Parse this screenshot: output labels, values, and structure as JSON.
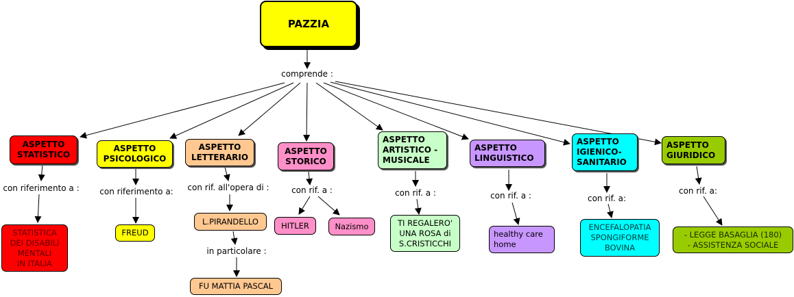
{
  "root": {
    "label": "PAZZIA",
    "color": "#ffff00"
  },
  "root_link": "comprende :",
  "branches": [
    {
      "id": "statistico",
      "label": "ASPETTO\nSTATISTICO",
      "color": "#ff0000",
      "link": "con riferimento a :",
      "children": [
        {
          "label": "STATISTICA\nDEI DISABILI\nMENTALI\nIN ITALIA"
        }
      ]
    },
    {
      "id": "psicologico",
      "label": "ASPETTO\nPSICOLOGICO",
      "color": "#ffff00",
      "link": "con riferimento a:",
      "children": [
        {
          "label": "FREUD"
        }
      ]
    },
    {
      "id": "letterario",
      "label": "ASPETTO\nLETTERARIO",
      "color": "#ffc891",
      "link": "con rif. all'opera di :",
      "children": [
        {
          "label": "L.PIRANDELLO",
          "link": "in particolare :",
          "children": [
            {
              "label": "FU MATTIA PASCAL"
            }
          ]
        }
      ]
    },
    {
      "id": "storico",
      "label": "ASPETTO\nSTORICO",
      "color": "#ff8fc8",
      "link": "con rif. a :",
      "children": [
        {
          "label": "HITLER"
        },
        {
          "label": "Nazismo"
        }
      ]
    },
    {
      "id": "artistico",
      "label": "ASPETTO\nARTISTICO -\nMUSICALE",
      "color": "#c8ffc8",
      "link": "con rif. a :",
      "children": [
        {
          "label": "TI REGALERO'\nUNA ROSA di\nS.CRISTICCHI"
        }
      ]
    },
    {
      "id": "linguistico",
      "label": "ASPETTO\nLINGUISTICO",
      "color": "#c896ff",
      "link": "con rif. a :",
      "children": [
        {
          "label": "healthy care\nhome"
        }
      ]
    },
    {
      "id": "igienico",
      "label": "ASPETTO\nIGIENICO-\nSANITARIO",
      "color": "#00ffff",
      "link": "con rif. a:",
      "children": [
        {
          "label": "ENCEFALOPATIA\nSPONGIFORME\nBOVINA"
        }
      ]
    },
    {
      "id": "giuridico",
      "label": "ASPETTO\nGIURIDICO",
      "color": "#99cc00",
      "link": "con rif. a:",
      "children": [
        {
          "label": "- LEGGE BASAGLIA (180)\n- ASSISTENZA SOCIALE"
        }
      ]
    }
  ]
}
